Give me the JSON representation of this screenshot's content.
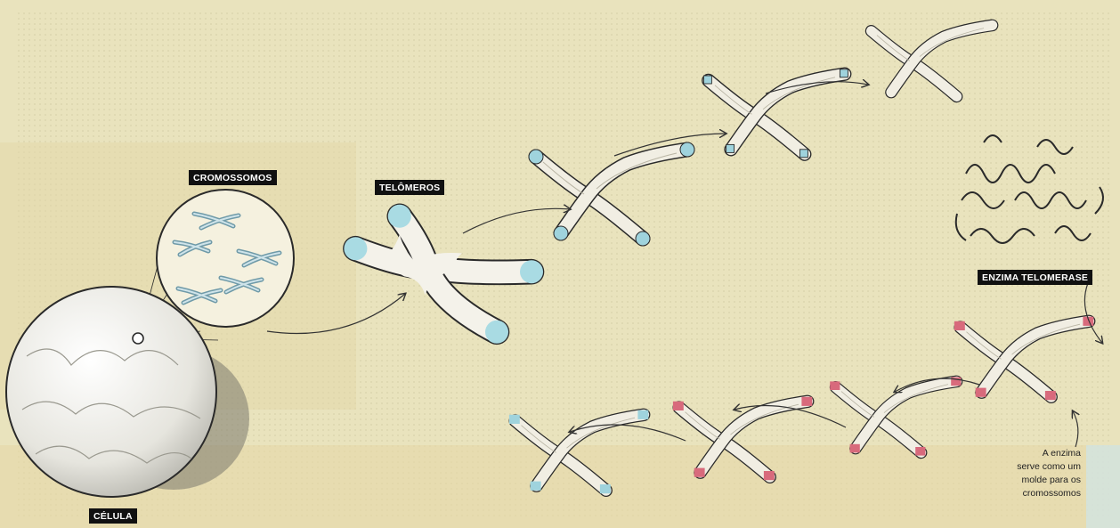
{
  "labels": {
    "cromossomos": "CROMOSSOMOS",
    "telomeros": "TELÔMEROS",
    "enzima": "ENZIMA TELOMERASE",
    "celula": "CÉLULA"
  },
  "note": {
    "line1": "A enzima",
    "line2": "serve como um",
    "line3": "molde para os",
    "line4": "cromossomos"
  },
  "colors": {
    "paper": "#e9e3bd",
    "chromosome": "#f1eee3",
    "outline": "#2a2a2a",
    "telomere_short": "#9fd3dd",
    "telomere_restored": "#d86a7c",
    "label_bg": "#111111"
  }
}
